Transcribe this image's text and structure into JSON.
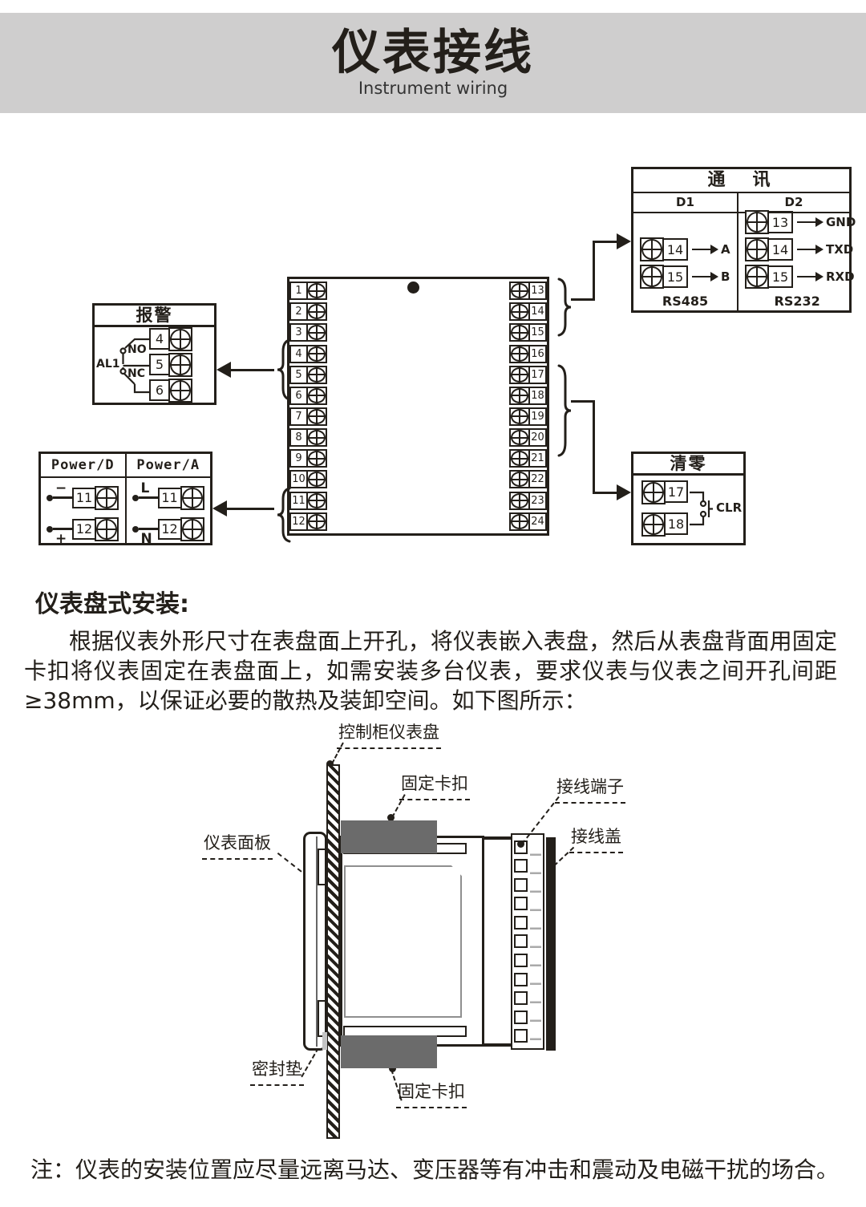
{
  "header": {
    "title": "仪表接线",
    "subtitle": "Instrument wiring"
  },
  "wiring": {
    "central": {
      "left": [
        "1",
        "2",
        "3",
        "4",
        "5",
        "6",
        "7",
        "8",
        "9",
        "10",
        "11",
        "12"
      ],
      "right": [
        "13",
        "14",
        "15",
        "16",
        "17",
        "18",
        "19",
        "20",
        "21",
        "22",
        "23",
        "24"
      ]
    },
    "comm": {
      "title": "通　讯",
      "d1_header": "D1",
      "d2_header": "D2",
      "d1_rows": [
        {
          "num": "14",
          "label": "A"
        },
        {
          "num": "15",
          "label": "B"
        }
      ],
      "d2_rows": [
        {
          "num": "13",
          "label": "GND"
        },
        {
          "num": "14",
          "label": "TXD"
        },
        {
          "num": "15",
          "label": "RXD"
        }
      ],
      "d1_caption": "RS485",
      "d2_caption": "RS232"
    },
    "alarm": {
      "title": "报警",
      "relay_label": "AL1",
      "no_label": "NO",
      "nc_label": "NC",
      "terminals": [
        "4",
        "5",
        "6"
      ]
    },
    "power": {
      "d_header": "Power/D",
      "a_header": "Power/A",
      "d_rows": [
        {
          "sign": "−",
          "num": "11"
        },
        {
          "sign": "+",
          "num": "12"
        }
      ],
      "a_rows": [
        {
          "sign": "L",
          "num": "11"
        },
        {
          "sign": "N",
          "num": "12"
        }
      ]
    },
    "clear": {
      "title": "清零",
      "terminals": [
        "17",
        "18"
      ],
      "switch_label": "CLR"
    }
  },
  "install": {
    "heading": "仪表盘式安装:",
    "paragraph": "根据仪表外形尺寸在表盘面上开孔，将仪表嵌入表盘，然后从表盘背面用固定卡扣将仪表固定在表盘面上，如需安装多台仪表，要求仪表与仪表之间开孔间距≥38mm，以保证必要的散热及装卸空间。如下图所示："
  },
  "mount": {
    "labels": {
      "panel": "控制柜仪表盘",
      "clip_top": "固定卡扣",
      "terminal_block": "接线端子",
      "cover": "接线盖",
      "front_panel": "仪表面板",
      "gasket": "密封垫",
      "clip_bottom": "固定卡扣"
    }
  },
  "note": "注：仪表的安装位置应尽量远离马达、变压器等有冲击和震动及电磁干扰的场合。",
  "colors": {
    "ink": "#231f1a",
    "header_bg": "#cfcece",
    "clip_gray": "#6b6b6b"
  }
}
